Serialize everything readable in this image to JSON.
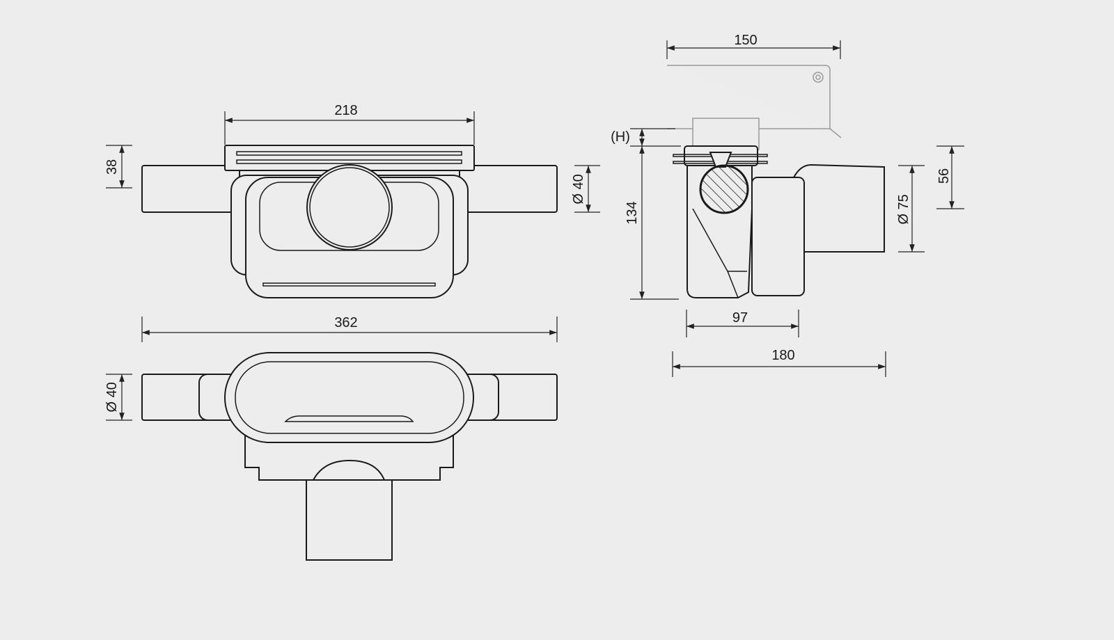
{
  "drawing": {
    "title": "Drain body technical drawing",
    "background": "#ededed",
    "front_view": {
      "width_grate": "218",
      "height_outlet_top": "38",
      "outlet_diameter": "Ø 40"
    },
    "bottom_view": {
      "overall_width": "362",
      "outlet_diameter": "Ø 40"
    },
    "side_view": {
      "grate_width": "150",
      "adjust_height": "(H)",
      "total_height": "134",
      "outlet_offset": "56",
      "outlet_diameter": "Ø 75",
      "body_depth": "97",
      "overall_depth": "180"
    }
  }
}
